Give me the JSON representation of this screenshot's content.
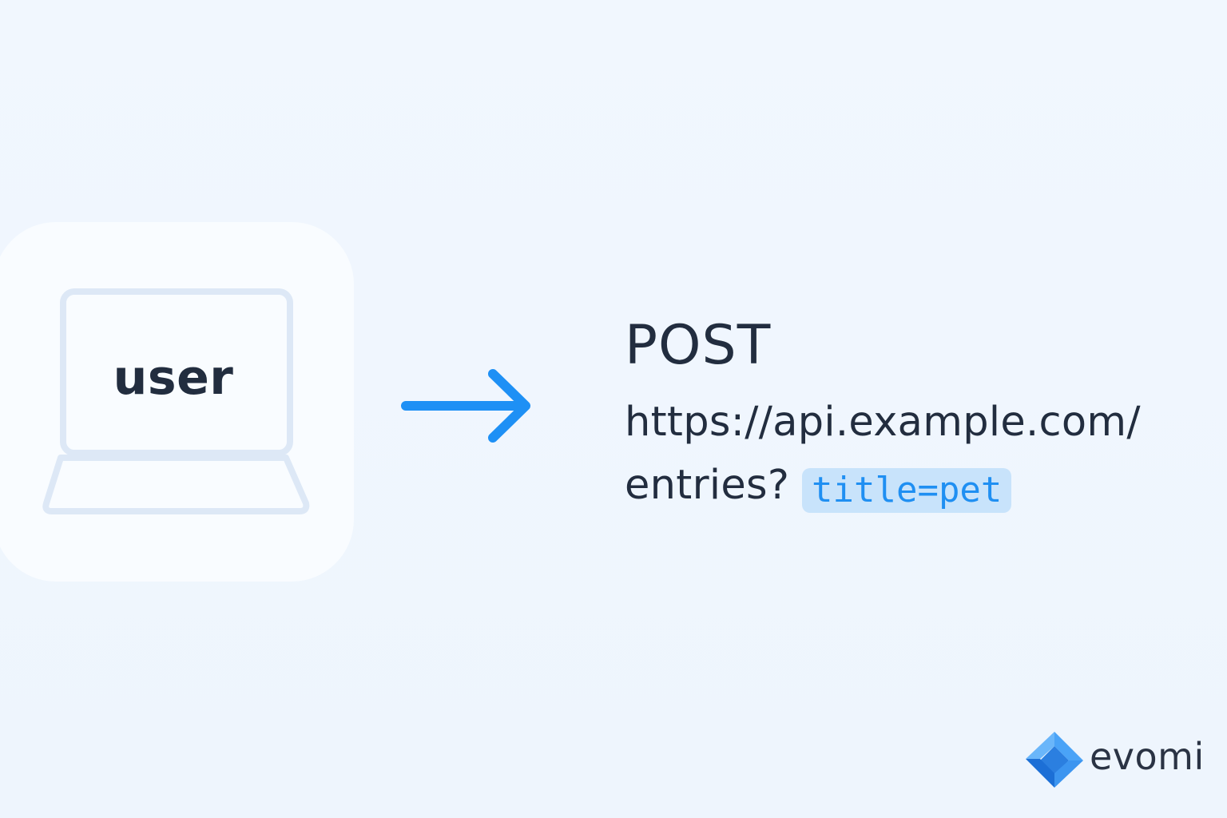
{
  "client": {
    "label": "user"
  },
  "request": {
    "method": "POST",
    "url_line1": "https://api.example.com/",
    "url_line2_prefix": "entries?",
    "query_param": "title=pet"
  },
  "brand": {
    "name": "evomi"
  },
  "colors": {
    "background": "#eef5fd",
    "card": "#f9fcff",
    "laptop_outline": "#dde8f6",
    "text_dark": "#222d3f",
    "accent_blue": "#1e90f5",
    "param_highlight": "#c8e3fb"
  },
  "icons": {
    "client_device": "laptop-icon",
    "flow": "arrow-right-icon",
    "brand_mark": "evomi-logo-mark"
  }
}
